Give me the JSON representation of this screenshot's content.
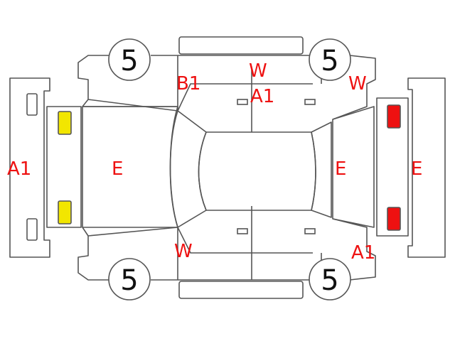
{
  "colors": {
    "outline": "#555555",
    "damage_code": "#ee1111",
    "tire_number": "#111111",
    "front_light": "#f2e600",
    "rear_light": "#ee1111"
  },
  "tires": {
    "front_left": "5",
    "rear_left": "5",
    "front_right": "5",
    "rear_right": "5"
  },
  "codes": {
    "front_bumper": "A1",
    "hood": "E",
    "left_pillar": "B1",
    "left_roof_edge": "W",
    "left_door": "A1",
    "left_rear_fender": "W",
    "right_front_door": "W",
    "right_rear_fender": "A1",
    "trunk": "E",
    "rear_bumper": "E"
  }
}
